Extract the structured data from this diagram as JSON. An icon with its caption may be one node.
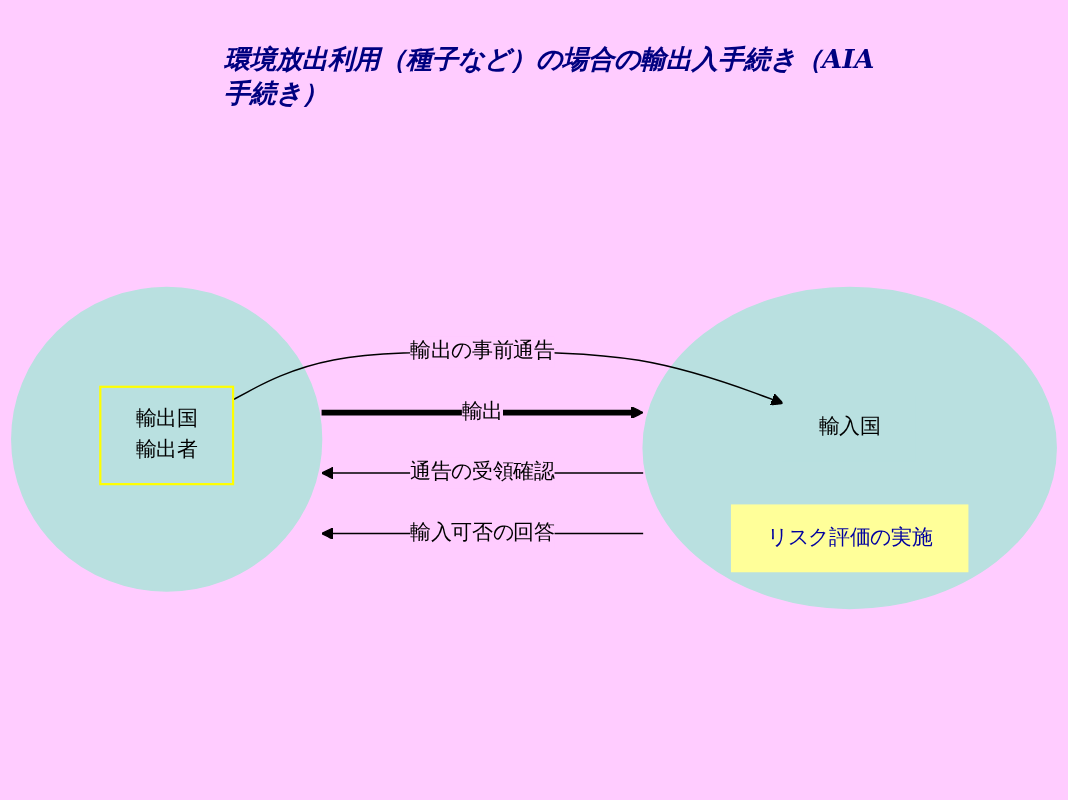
{
  "diagram": {
    "title": "環境放出利用（種子など）の場合の輸出入手続き（AIA手続き）",
    "nodes": [
      {
        "text": [],
        "shape": "ellipse"
      },
      {
        "text": [
          "輸出国",
          "輸出者"
        ],
        "in": 0
      },
      {
        "text": [],
        "shape": "ellipse"
      },
      {
        "text": [
          "輸入国"
        ],
        "in": 2
      },
      {
        "text": [
          "リスク評価の実施"
        ],
        "in": 2
      }
    ],
    "edges": [
      {
        "from": 1,
        "to": 3,
        "arrow": "to",
        "label": "輸出の事前通告"
      },
      {
        "from": 2,
        "to": 0,
        "arrow": "to",
        "label": "通告の受領確認"
      },
      {
        "from": 2,
        "to": 0,
        "arrow": "to",
        "label": "輸入可否の回答"
      },
      {
        "from": 0,
        "to": 2,
        "arrow": "to",
        "label": "輸出",
        "style": "thick"
      }
    ]
  }
}
